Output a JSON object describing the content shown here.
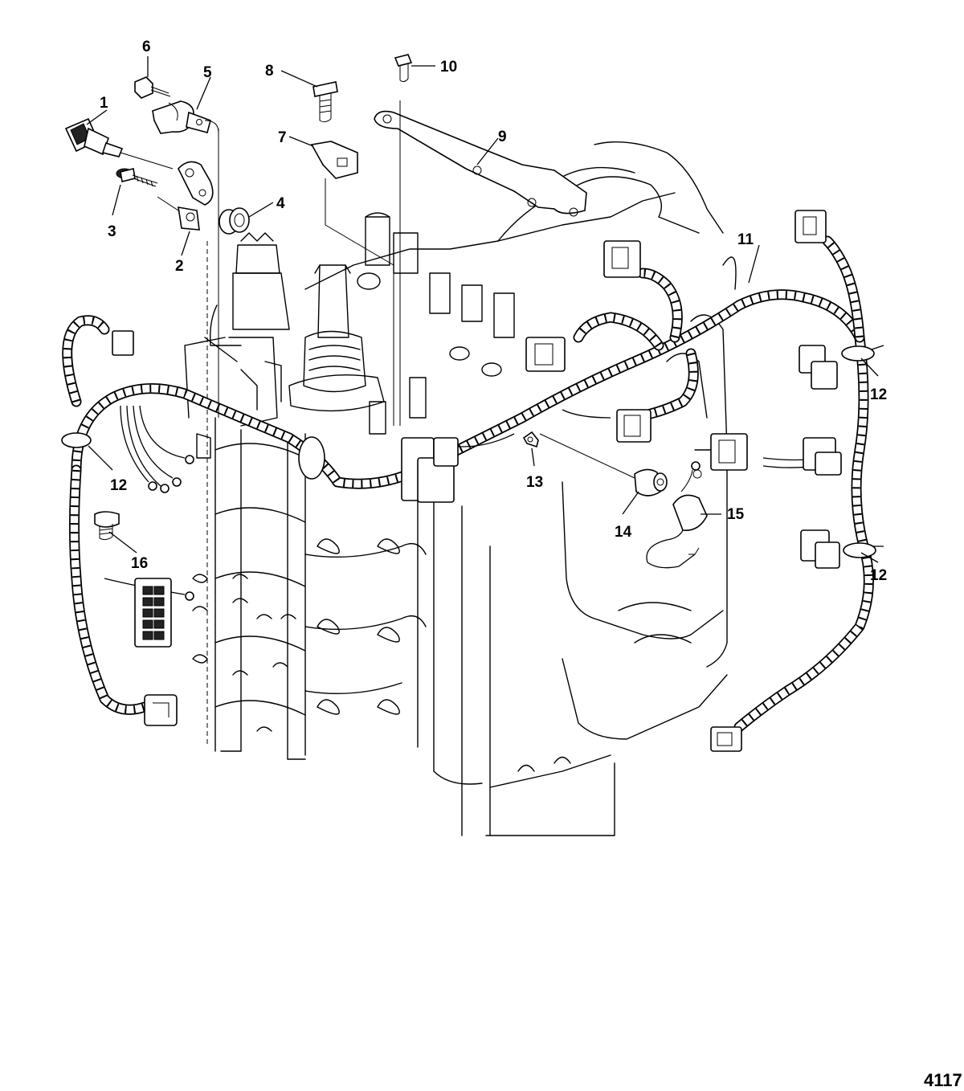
{
  "diagram": {
    "callouts": [
      "1",
      "2",
      "3",
      "4",
      "5",
      "6",
      "7",
      "8",
      "9",
      "10",
      "11",
      "12",
      "12",
      "12",
      "13",
      "14",
      "15",
      "16"
    ],
    "reference_number": "4117"
  }
}
